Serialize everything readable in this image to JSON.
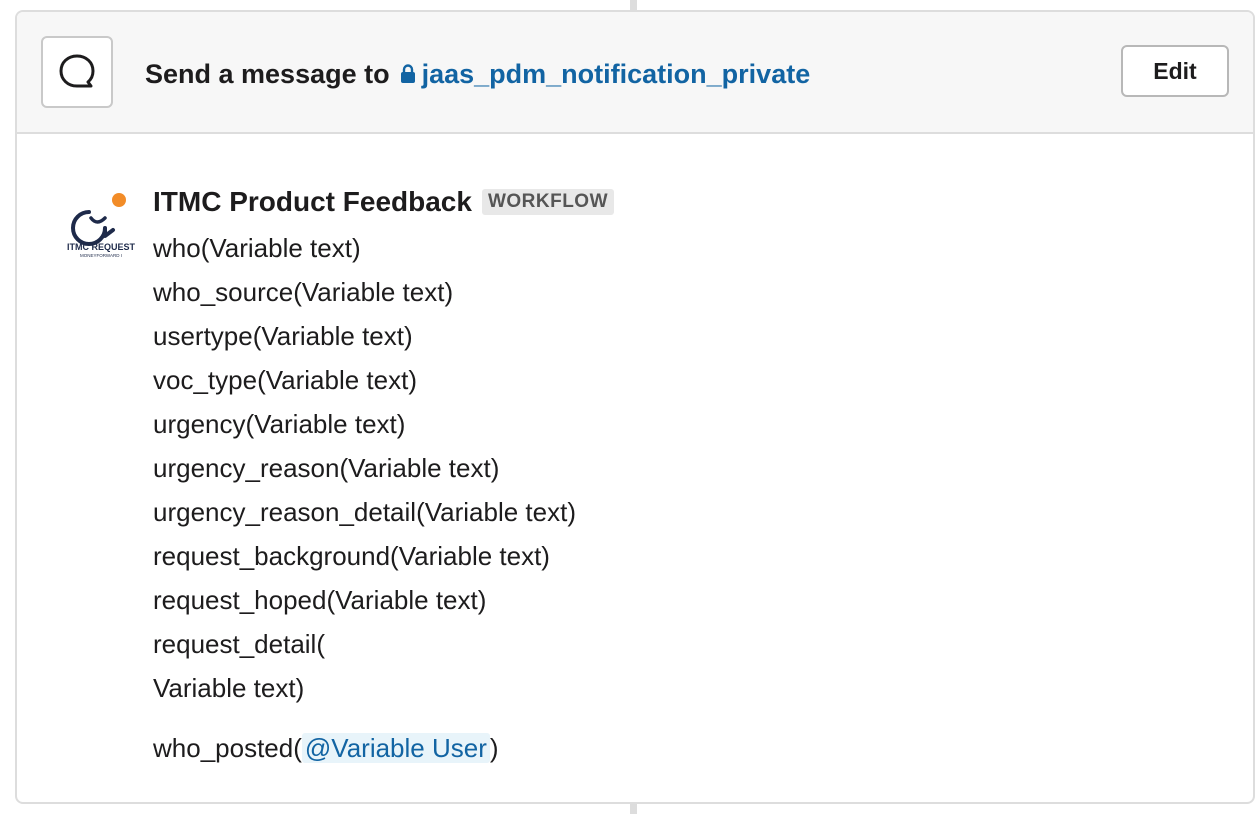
{
  "header": {
    "prefix": "Send a message to",
    "channel": "jaas_pdm_notification_private",
    "edit_label": "Edit"
  },
  "message": {
    "avatar_text": "ITMC REQUEST",
    "avatar_subtext": "MONEYFORWARD I",
    "sender": "ITMC Product Feedback",
    "badge": "WORKFLOW",
    "lines": [
      "who(Variable text)",
      "who_source(Variable text)",
      "usertype(Variable text)",
      "voc_type(Variable text)",
      "urgency(Variable text)",
      "urgency_reason(Variable text)",
      "urgency_reason_detail(Variable text)",
      "request_background(Variable text)",
      "request_hoped(Variable text)",
      "request_detail(",
      "Variable text)"
    ],
    "posted_prefix": "who_posted(",
    "posted_mention": "@Variable User",
    "posted_suffix": ")"
  },
  "colors": {
    "link": "#1264a3",
    "avatar_dot": "#f28c28",
    "avatar_navy": "#1e2a4a"
  }
}
